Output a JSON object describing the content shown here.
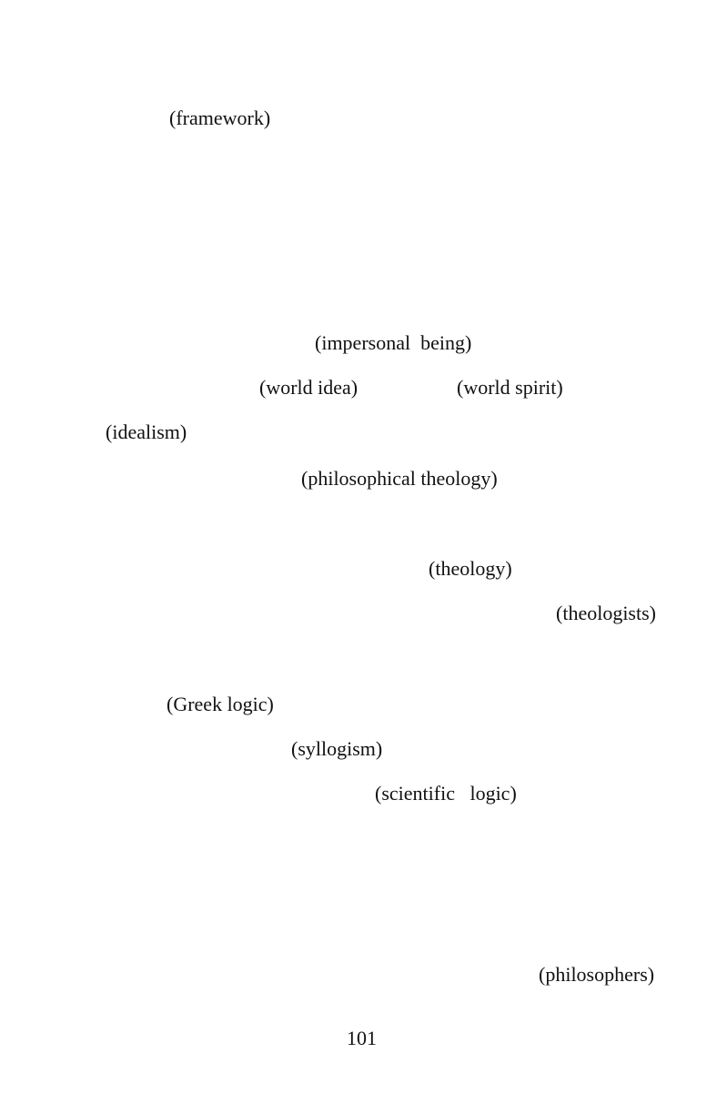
{
  "terms": [
    "(framework)",
    "(impersonal  being)",
    "(world idea)",
    "(world spirit)",
    "(idealism)",
    "(philosophical theology)",
    "(theology)",
    "(theologists)",
    "(Greek logic)",
    "(syllogism)",
    "(scientific   logic)",
    "(philosophers)"
  ],
  "page_number": "101"
}
